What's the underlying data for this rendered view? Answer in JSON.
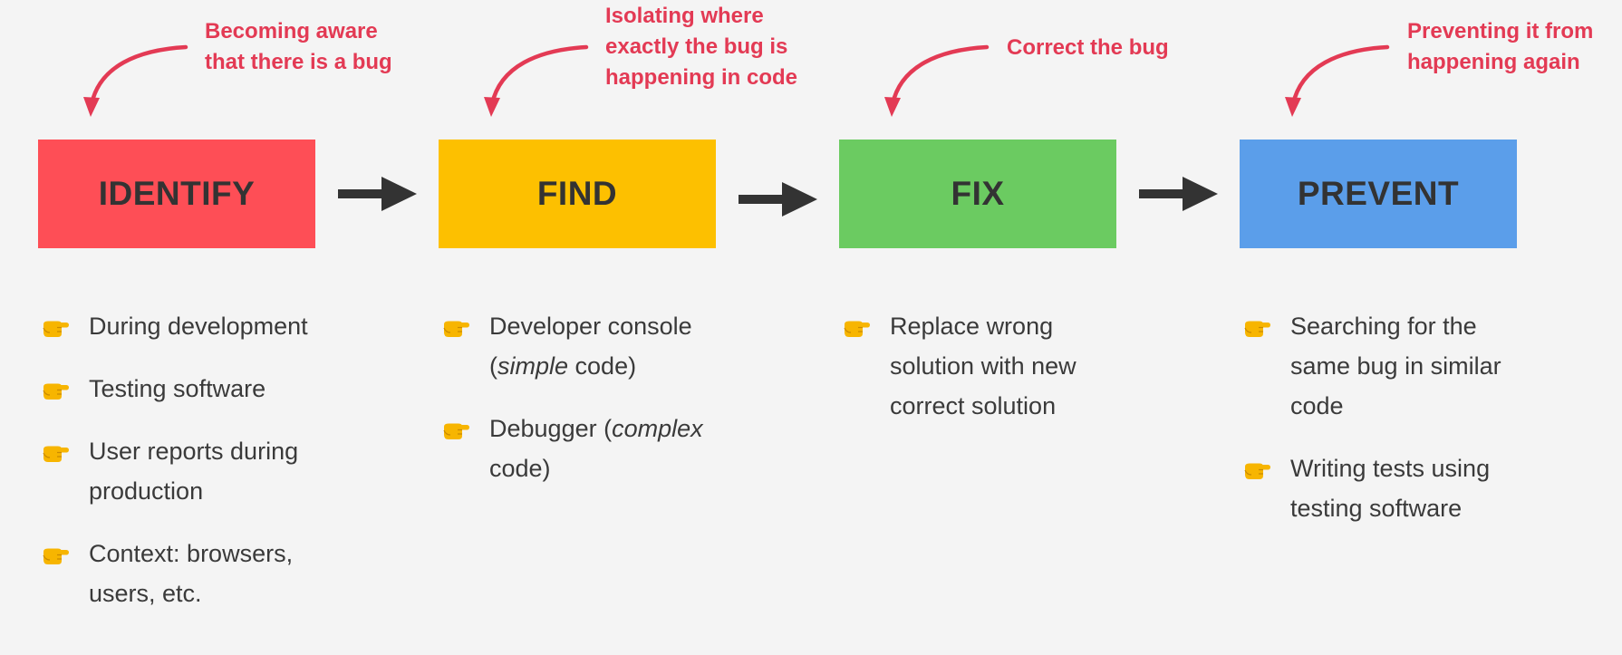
{
  "colors": {
    "background": "#f4f4f4",
    "annotation": "#e33a54",
    "arrow": "#333333",
    "identify": "#fe4e56",
    "find": "#fdc000",
    "fix": "#6bcb61",
    "prevent": "#5b9eea"
  },
  "steps": [
    {
      "title": "IDENTIFY",
      "annotation": [
        "Becoming aware",
        "that there is a bug"
      ],
      "bullets": [
        [
          "During development"
        ],
        [
          "Testing software"
        ],
        [
          "User reports during",
          "production"
        ],
        [
          "Context: browsers,",
          "users, etc."
        ]
      ]
    },
    {
      "title": "FIND",
      "annotation": [
        "Isolating where",
        "exactly the bug is",
        "happening in code"
      ],
      "bullets": [
        {
          "pre": "Developer console",
          "open": "(",
          "em": "simple",
          "post": " code)"
        },
        {
          "pre": "Debugger (",
          "em": "complex",
          "post2": "code)"
        }
      ]
    },
    {
      "title": "FIX",
      "annotation": [
        "Correct the bug"
      ],
      "bullets": [
        [
          "Replace wrong",
          "solution with new",
          "correct solution"
        ]
      ]
    },
    {
      "title": "PREVENT",
      "annotation": [
        "Preventing it from",
        "happening again"
      ],
      "bullets": [
        [
          "Searching for the",
          "same bug in similar",
          "code"
        ],
        [
          "Writing tests using",
          "testing software"
        ]
      ]
    }
  ],
  "icons": {
    "annotation_arrow": "curved-arrow-icon",
    "flow_arrow": "right-arrow-icon",
    "bullet": "pointing-hand-icon"
  }
}
